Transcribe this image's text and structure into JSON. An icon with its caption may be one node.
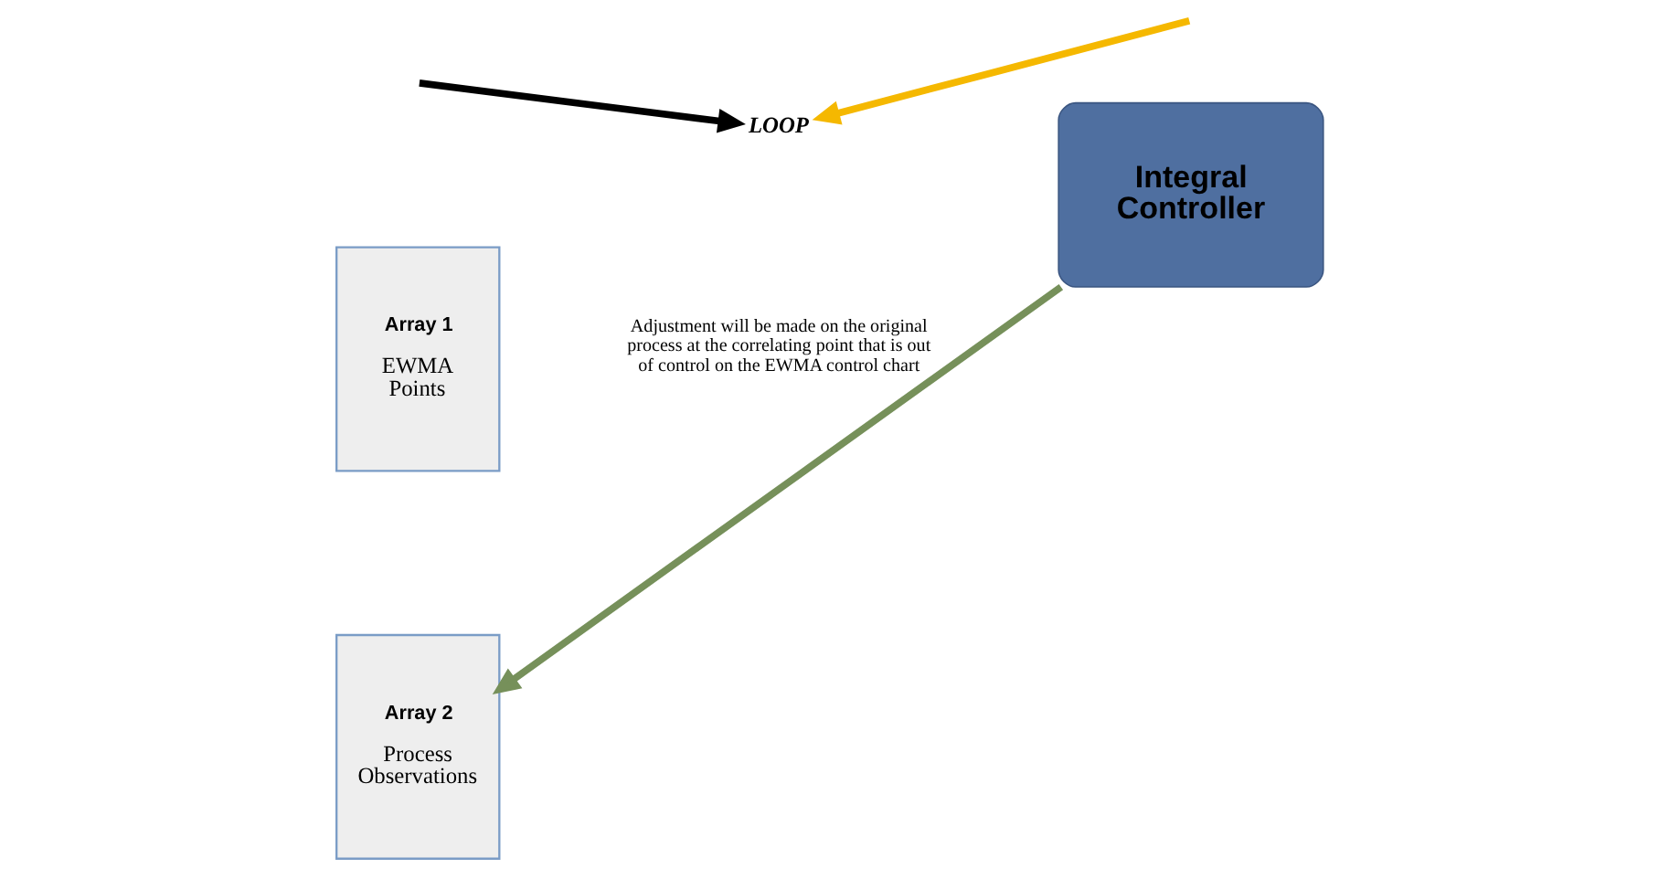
{
  "diagram": {
    "nodes": [
      {
        "text": [
          "Array 1",
          "EWMA Points"
        ]
      },
      {
        "text": [
          "Array 2",
          "Process Observations"
        ]
      },
      {
        "text": [
          "Integral Controller"
        ]
      },
      {
        "text": [
          "LOOP"
        ]
      }
    ],
    "edges": [
      {
        "from": 2,
        "to": 1,
        "arrow": "to",
        "label": "Adjustment will be made on the original process at the correlating point that is out of control on the EWMA control chart",
        "color": "#76905a"
      },
      {
        "from": null,
        "to": 3,
        "arrow": "to",
        "color": "#f5b800"
      },
      {
        "from": null,
        "to": 3,
        "arrow": "to",
        "color": "#000000"
      }
    ]
  }
}
